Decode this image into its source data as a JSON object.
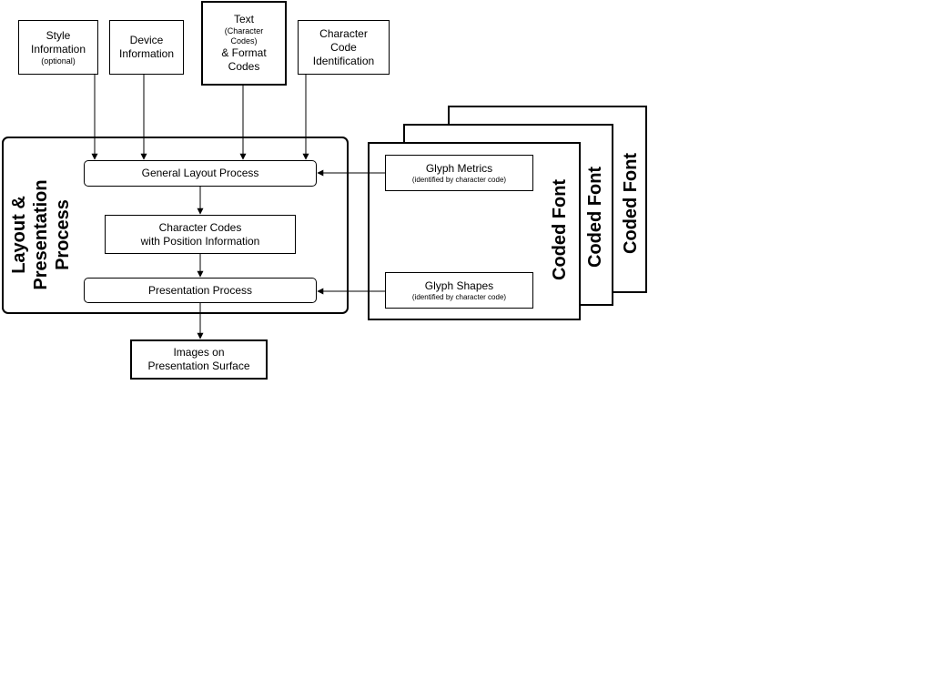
{
  "inputs": {
    "style_information": {
      "line1": "Style",
      "line2": "Information",
      "line3": "(optional)"
    },
    "device_information": {
      "line1": "Device",
      "line2": "Information"
    },
    "text_codes": {
      "line1": "Text",
      "line2": "(Character",
      "line3": "Codes)",
      "line4": "& Format",
      "line5": "Codes"
    },
    "character_code_identification": {
      "line1": "Character",
      "line2": "Code",
      "line3": "Identification"
    }
  },
  "process_group": {
    "title_line1": "Layout &",
    "title_line2": "Presentation",
    "title_line3": "Process",
    "general_layout": "General Layout Process",
    "character_codes_line1": "Character Codes",
    "character_codes_line2": "with Position Information",
    "presentation_process": "Presentation Process"
  },
  "output": {
    "line1": "Images on",
    "line2": "Presentation Surface"
  },
  "coded_font": {
    "card_label": "Coded Font",
    "glyph_metrics": "Glyph Metrics",
    "glyph_metrics_note": "(identified by character code)",
    "glyph_shapes": "Glyph Shapes",
    "glyph_shapes_note": "(identified by character code)"
  }
}
